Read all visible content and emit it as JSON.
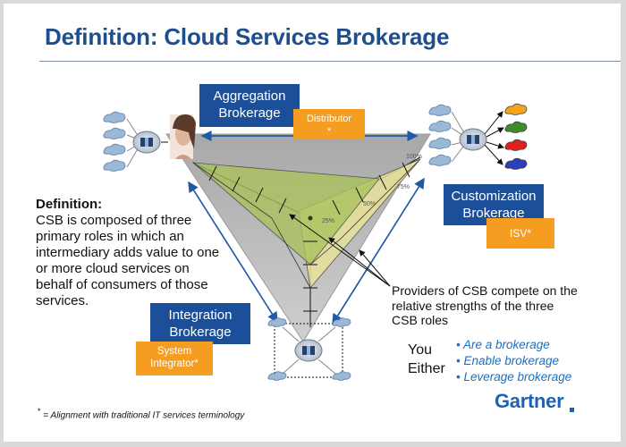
{
  "title": "Definition: Cloud Services Brokerage",
  "roles": {
    "aggregation": {
      "line1": "Aggregation",
      "line2": "Brokerage"
    },
    "customization": {
      "line1": "Customization",
      "line2": "Brokerage"
    },
    "integration": {
      "line1": "Integration",
      "line2": "Brokerage"
    }
  },
  "providers_roles": {
    "distributor": {
      "line1": "Distributor",
      "line2": "*"
    },
    "isv": "ISV*",
    "system_integrator": {
      "line1": "System",
      "line2": "Integrator*"
    }
  },
  "scale_labels": {
    "p25": "25%",
    "p50": "50%",
    "p75": "75%",
    "p100": "100%"
  },
  "definition": {
    "heading": "Definition:",
    "body": "CSB is composed of three primary roles in which an intermediary adds value to one or more cloud services on behalf of consumers of those services."
  },
  "providers_note": "Providers of CSB compete on the relative strengths of the three CSB roles",
  "you_either": {
    "line1": "You",
    "line2": "Either"
  },
  "options": [
    "• Are a brokerage",
    "• Enable brokerage",
    "• Leverage brokerage"
  ],
  "footnote": {
    "marker": "*",
    "text": " = Alignment with traditional IT services terminology"
  },
  "brand": "Gartner",
  "colors": {
    "title": "#1f4e8c",
    "role_box": "#1b4f9a",
    "provider_box": "#f59d21",
    "triangle": "#b9b9b9",
    "option_text": "#1a6fc6",
    "shape_green": "#a9c25d",
    "shape_yellow": "#e8e29a"
  },
  "icons": [
    "cloud-icon",
    "broker-node-icon",
    "arrow-icon",
    "person-photo"
  ]
}
